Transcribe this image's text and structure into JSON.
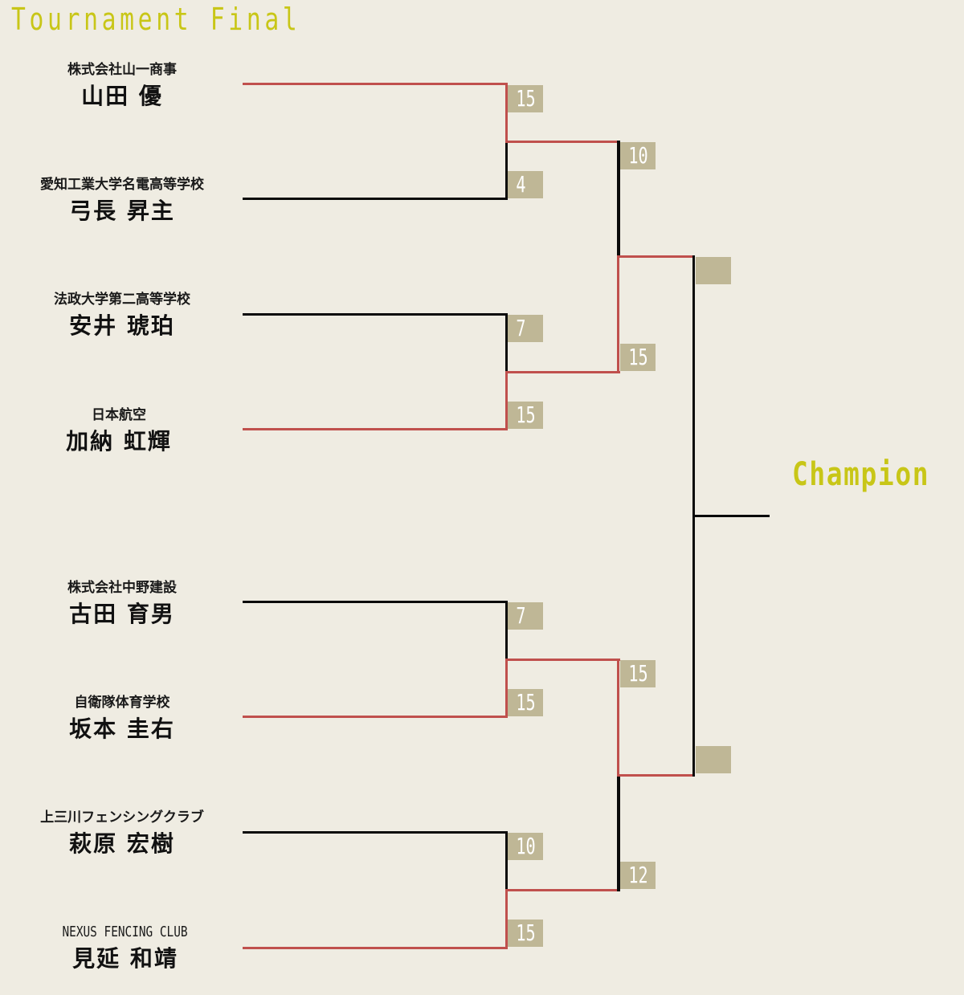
{
  "title": "Tournament Final",
  "champion_label": "Champion",
  "players": [
    {
      "team": "株式会社山一商事",
      "name": "山田 優"
    },
    {
      "team": "愛知工業大学名電高等学校",
      "name": "弓長 昇主"
    },
    {
      "team": "法政大学第二高等学校",
      "name": "安井 琥珀"
    },
    {
      "team": "日本航空",
      "name": "加納 虹輝"
    },
    {
      "team": "株式会社中野建設",
      "name": "古田 育男"
    },
    {
      "team": "自衛隊体育学校",
      "name": "坂本 圭右"
    },
    {
      "team": "上三川フェンシングクラブ",
      "name": "萩原 宏樹"
    },
    {
      "team": "NEXUS FENCING CLUB",
      "name": "見延 和靖"
    }
  ],
  "scores": {
    "qf": [
      "15",
      "4",
      "7",
      "15",
      "7",
      "15",
      "10",
      "15"
    ],
    "sf": [
      "10",
      "15",
      "15",
      "12"
    ],
    "final": [
      "",
      ""
    ]
  },
  "colors": {
    "winner_line": "#c0504d",
    "loser_line": "#0a0a0a",
    "score_box": "#bfb796",
    "accent": "#c8c617"
  }
}
